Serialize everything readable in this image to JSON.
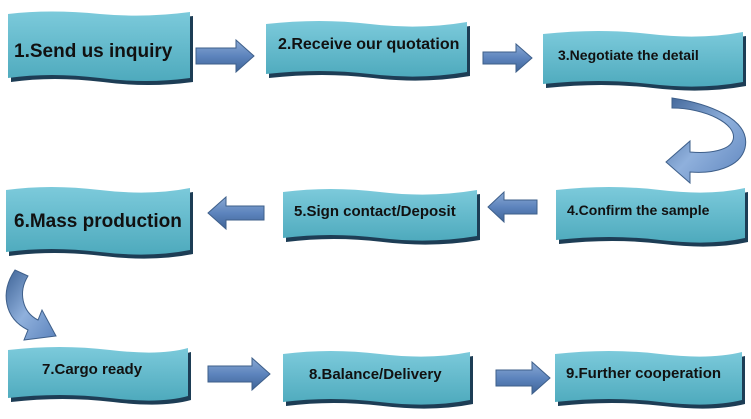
{
  "steps": [
    {
      "id": 1,
      "label": "1.Send us inquiry"
    },
    {
      "id": 2,
      "label": "2.Receive our quotation"
    },
    {
      "id": 3,
      "label": "3.Negotiate the detail"
    },
    {
      "id": 4,
      "label": "4.Confirm the sample"
    },
    {
      "id": 5,
      "label": "5.Sign contact/Deposit"
    },
    {
      "id": 6,
      "label": "6.Mass production"
    },
    {
      "id": 7,
      "label": "7.Cargo ready"
    },
    {
      "id": 8,
      "label": "8.Balance/Delivery"
    },
    {
      "id": 9,
      "label": "9.Further cooperation"
    }
  ],
  "colors": {
    "box_fill": "#5eb8cc",
    "box_shadow": "#1d3d55",
    "arrow_fill": "#6a8fc4",
    "arrow_stroke": "#3e5f8a"
  }
}
